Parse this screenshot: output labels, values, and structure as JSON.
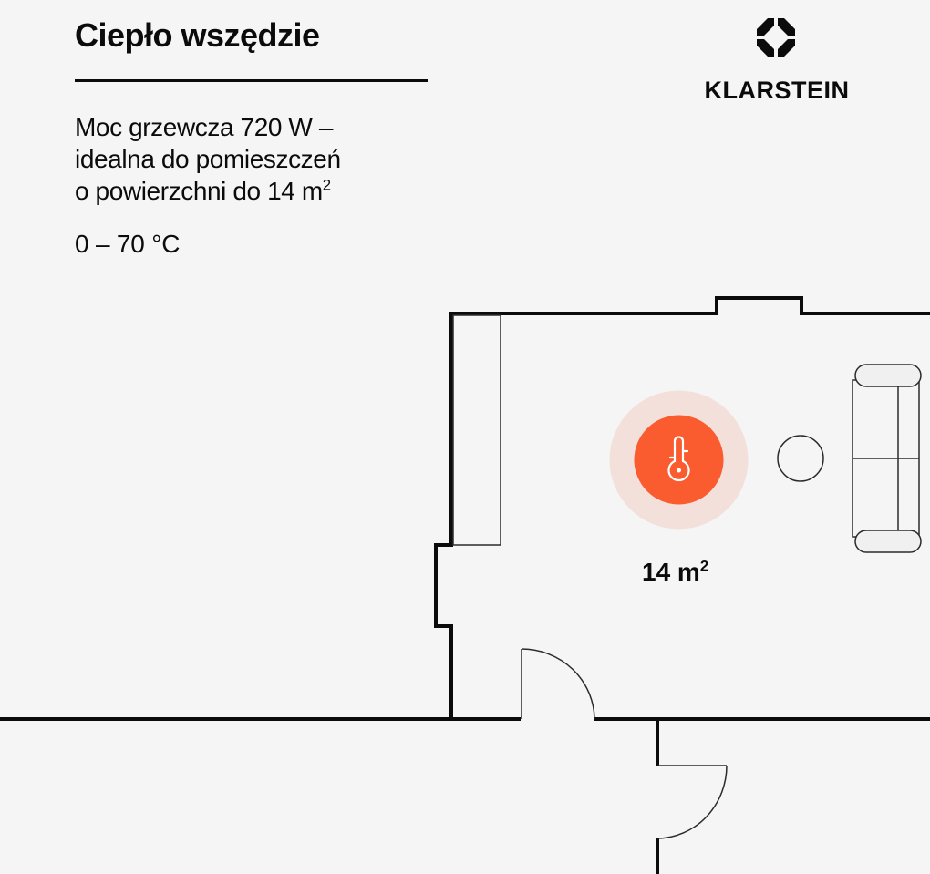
{
  "header": {
    "title": "Ciepło wszędzie"
  },
  "brand": {
    "name": "KLARSTEIN",
    "logo_icon": "octagon-diamond-logo-icon"
  },
  "description": {
    "line1": "Moc grzewcza 720 W –",
    "line2": "idealna do pomieszczeń",
    "line3_prefix": "o powierzchni do 14 m",
    "line3_sup": "2"
  },
  "temperature_range": "0 – 70 °C",
  "floor_plan": {
    "heater_icon": "thermometer-icon",
    "area_value": "14 m",
    "area_sup": "2",
    "furniture": [
      "wardrobe",
      "round-table",
      "sofa"
    ],
    "colors": {
      "heater": "#fa5b2f",
      "heater_halo": "#f3e0db",
      "wall": "#0b0b0b",
      "background": "#f5f5f5"
    }
  }
}
